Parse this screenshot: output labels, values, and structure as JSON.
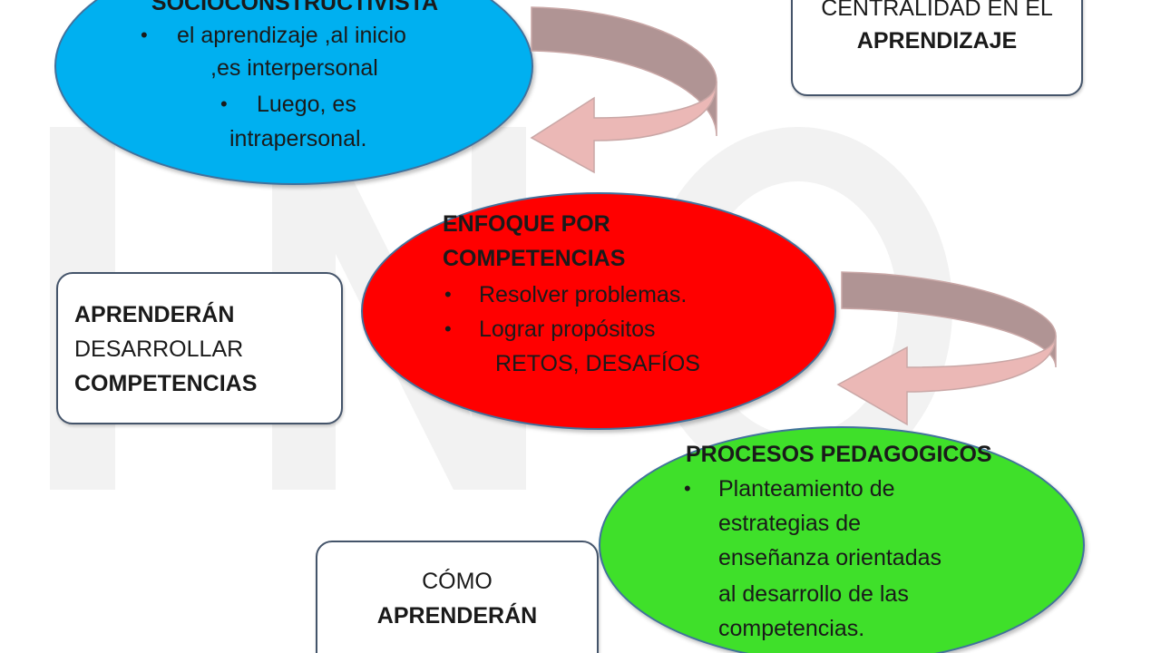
{
  "socio": {
    "title": "SOCIOCONSTRUCTIVISTA",
    "item1_line1": "el aprendizaje ,al inicio",
    "item1_line2": ",es interpersonal",
    "item2_line1": "Luego, es",
    "item2_line2": "intrapersonal."
  },
  "centralidad": {
    "line1": "CENTRALIDAD EN EL",
    "line2": "APRENDIZAJE"
  },
  "enfoque": {
    "title_line1": "ENFOQUE POR",
    "title_line2": "COMPETENCIAS",
    "item1": "Resolver problemas.",
    "item2": "Lograr propósitos",
    "item3": "RETOS, DESAFÍOS"
  },
  "aprenderan": {
    "line1": "APRENDERÁN",
    "line2": "DESARROLLAR",
    "line3": "COMPETENCIAS"
  },
  "procesos": {
    "title": "PROCESOS PEDAGOGICOS",
    "line1": "Planteamiento de",
    "line2": "estrategias de",
    "line3": "enseñanza  orientadas",
    "line4": "al desarrollo de las",
    "line5": "competencias."
  },
  "como": {
    "line1": "CÓMO",
    "line2": "APRENDERÁN"
  },
  "bullet_char": "•",
  "colors": {
    "blue_ellipse": "#00b0f0",
    "red_ellipse": "#ff0000",
    "green_ellipse": "#3fe02a",
    "arrow_top": "#b09494",
    "arrow_body": "#ebb8b6"
  }
}
